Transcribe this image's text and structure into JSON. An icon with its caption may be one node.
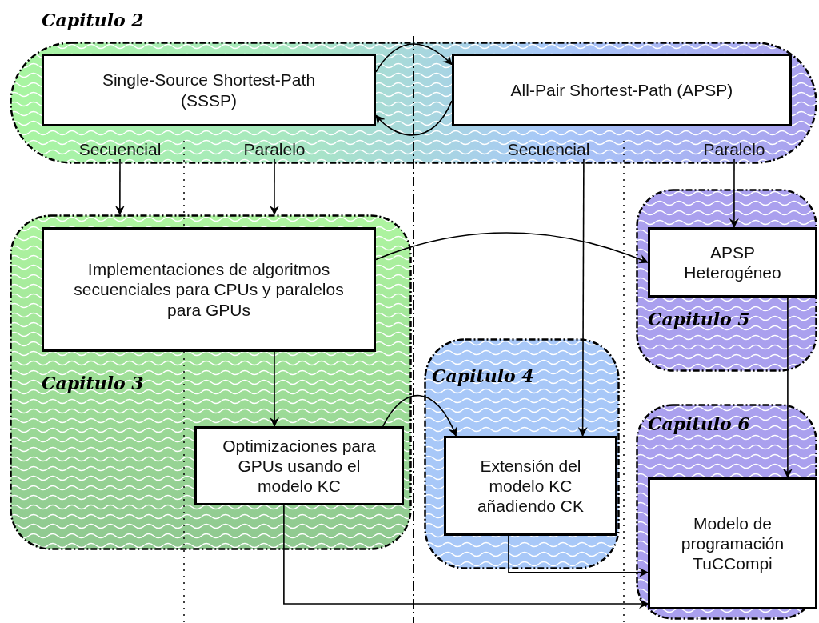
{
  "diagram": {
    "nodes": [
      {
        "text": [
          "Capitulo 2"
        ]
      },
      {
        "text": [
          "Single-Source Shortest-Path (SSSP)"
        ],
        "in": 0
      },
      {
        "text": [
          "All-Pair Shortest-Path (APSP)"
        ],
        "in": 0
      },
      {
        "text": [
          "Secuencial"
        ],
        "in": 0
      },
      {
        "text": [
          "Paralelo"
        ],
        "in": 0
      },
      {
        "text": [
          "Secuencial"
        ],
        "in": 0
      },
      {
        "text": [
          "Paralelo"
        ],
        "in": 0
      },
      {
        "text": [
          "Capitulo 3"
        ]
      },
      {
        "text": [
          "Implementaciones de algoritmos secuenciales para CPUs y paralelos para GPUs"
        ],
        "in": 7
      },
      {
        "text": [
          "Optimizaciones para GPUs usando el modelo KC"
        ],
        "in": 7
      },
      {
        "text": [
          "Capitulo 4"
        ]
      },
      {
        "text": [
          "Extensión del modelo KC añadiendo CK"
        ],
        "in": 10
      },
      {
        "text": [
          "Capitulo 5"
        ]
      },
      {
        "text": [
          "APSP Heterogéneo"
        ],
        "in": 12
      },
      {
        "text": [
          "Capitulo 6"
        ]
      },
      {
        "text": [
          "Modelo de programación TuCCompi"
        ],
        "in": 14
      }
    ],
    "edges": [
      {
        "from": 1,
        "to": 2,
        "arrow": "to"
      },
      {
        "from": 2,
        "to": 1,
        "arrow": "to"
      },
      {
        "from": 3,
        "to": 7,
        "arrow": "to"
      },
      {
        "from": 4,
        "to": 7,
        "arrow": "to"
      },
      {
        "from": 5,
        "to": 11,
        "arrow": "to"
      },
      {
        "from": 6,
        "to": 13,
        "arrow": "to"
      },
      {
        "from": 8,
        "to": 13,
        "arrow": "to"
      },
      {
        "from": 8,
        "to": 9,
        "arrow": "to"
      },
      {
        "from": 9,
        "to": 11,
        "arrow": "to"
      },
      {
        "from": 13,
        "to": 15,
        "arrow": "to"
      },
      {
        "from": 11,
        "to": 15,
        "arrow": "to"
      },
      {
        "from": 9,
        "to": 15,
        "arrow": "to"
      }
    ]
  }
}
